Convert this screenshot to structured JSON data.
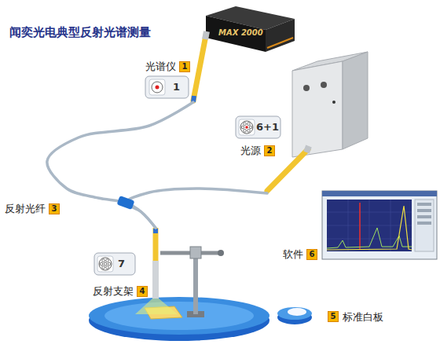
{
  "diagram": {
    "title": "闻奕光电典型反射光谱测量",
    "nodes": [
      {
        "text": [
          "光谱仪"
        ]
      },
      {
        "text": [
          "光源"
        ]
      },
      {
        "text": [
          "软件"
        ]
      },
      {
        "text": [
          "反射支架"
        ]
      },
      {
        "text": [
          "标准白板"
        ]
      }
    ],
    "edges": [
      {
        "from": 0,
        "to": 3,
        "arrow": "none"
      },
      {
        "from": 1,
        "to": 3,
        "arrow": "none"
      }
    ],
    "labels": [
      "MAX 2000",
      "1",
      "1",
      "2",
      "6+1",
      "反射光纤",
      "3",
      "6",
      "7",
      "4",
      "5"
    ]
  }
}
